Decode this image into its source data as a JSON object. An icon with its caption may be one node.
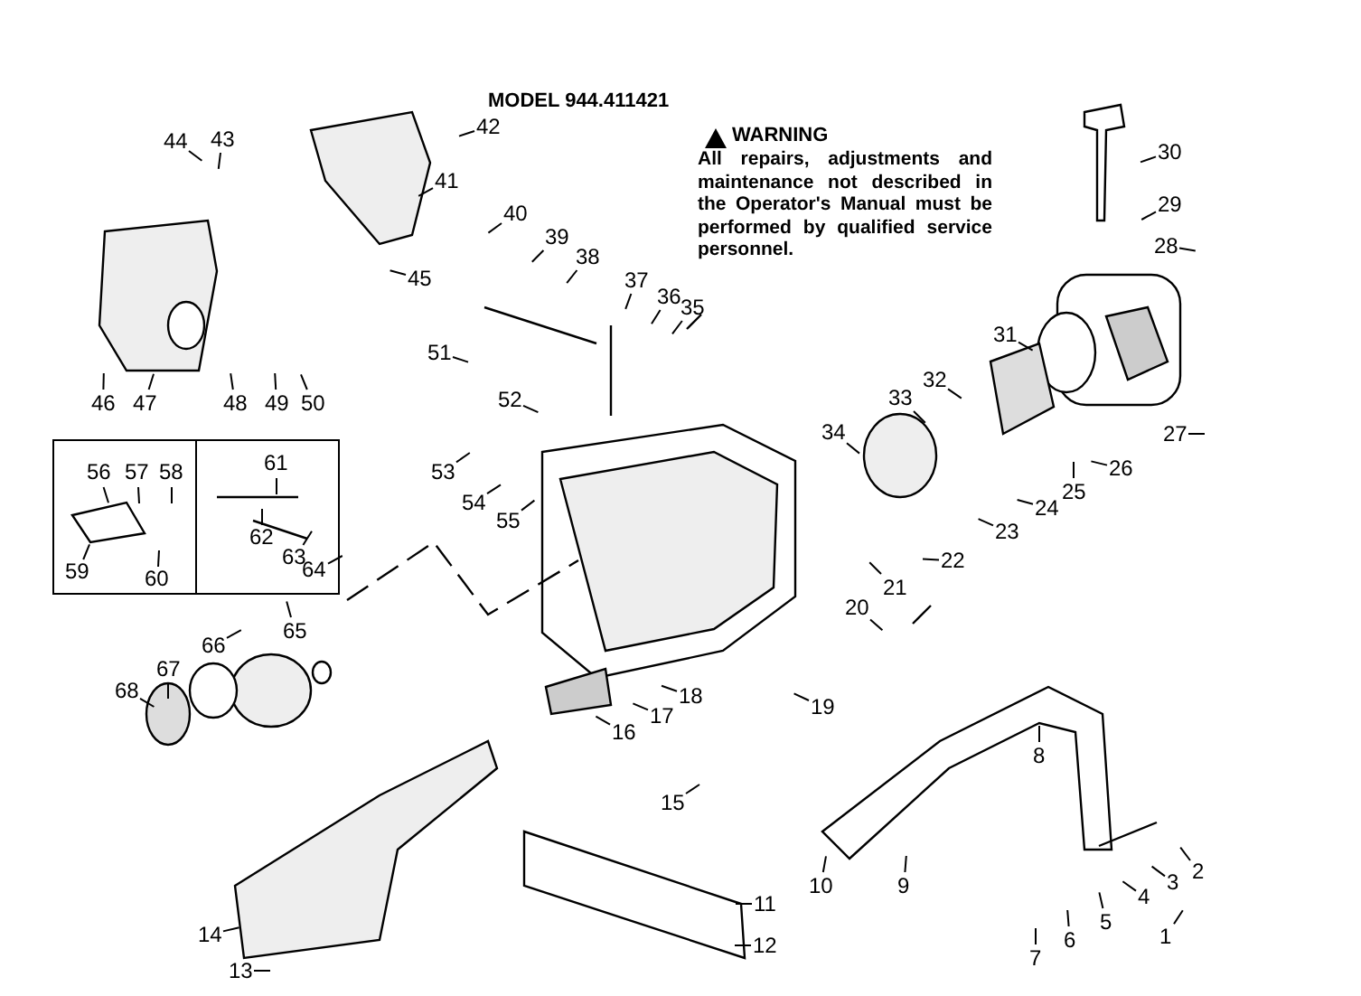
{
  "diagram": {
    "title": "MODEL 944.411421",
    "nodes": [
      {
        "text": [
          "1"
        ]
      },
      {
        "text": [
          "2"
        ]
      },
      {
        "text": [
          "3"
        ]
      },
      {
        "text": [
          "4"
        ]
      },
      {
        "text": [
          "5"
        ]
      },
      {
        "text": [
          "6"
        ]
      },
      {
        "text": [
          "7"
        ]
      },
      {
        "text": [
          "8"
        ]
      },
      {
        "text": [
          "9"
        ]
      },
      {
        "text": [
          "10"
        ]
      },
      {
        "text": [
          "11"
        ]
      },
      {
        "text": [
          "12"
        ]
      },
      {
        "text": [
          "13"
        ]
      },
      {
        "text": [
          "14"
        ]
      },
      {
        "text": [
          "15"
        ]
      },
      {
        "text": [
          "16"
        ]
      },
      {
        "text": [
          "17"
        ]
      },
      {
        "text": [
          "18"
        ]
      },
      {
        "text": [
          "19"
        ]
      },
      {
        "text": [
          "20"
        ]
      },
      {
        "text": [
          "21"
        ]
      },
      {
        "text": [
          "22"
        ]
      },
      {
        "text": [
          "23"
        ]
      },
      {
        "text": [
          "24"
        ]
      },
      {
        "text": [
          "25"
        ]
      },
      {
        "text": [
          "26"
        ]
      },
      {
        "text": [
          "27"
        ]
      },
      {
        "text": [
          "28"
        ]
      },
      {
        "text": [
          "29"
        ]
      },
      {
        "text": [
          "30"
        ]
      },
      {
        "text": [
          "31"
        ]
      },
      {
        "text": [
          "32"
        ]
      },
      {
        "text": [
          "33"
        ]
      },
      {
        "text": [
          "34"
        ]
      },
      {
        "text": [
          "35"
        ]
      },
      {
        "text": [
          "36"
        ]
      },
      {
        "text": [
          "37"
        ]
      },
      {
        "text": [
          "38"
        ]
      },
      {
        "text": [
          "39"
        ]
      },
      {
        "text": [
          "40"
        ]
      },
      {
        "text": [
          "41"
        ]
      },
      {
        "text": [
          "42"
        ]
      },
      {
        "text": [
          "43"
        ]
      },
      {
        "text": [
          "44"
        ]
      },
      {
        "text": [
          "45"
        ]
      },
      {
        "text": [
          "46"
        ]
      },
      {
        "text": [
          "47"
        ]
      },
      {
        "text": [
          "48"
        ]
      },
      {
        "text": [
          "49"
        ]
      },
      {
        "text": [
          "50"
        ]
      },
      {
        "text": [
          "51"
        ]
      },
      {
        "text": [
          "52"
        ]
      },
      {
        "text": [
          "53"
        ]
      },
      {
        "text": [
          "54"
        ]
      },
      {
        "text": [
          "55"
        ]
      },
      {
        "text": [],
        "shape": "box"
      },
      {
        "text": [
          "56"
        ],
        "in": 55
      },
      {
        "text": [
          "57"
        ],
        "in": 55
      },
      {
        "text": [
          "58"
        ],
        "in": 55
      },
      {
        "text": [
          "59"
        ],
        "in": 55
      },
      {
        "text": [
          "60"
        ],
        "in": 55
      },
      {
        "text": [],
        "shape": "box"
      },
      {
        "text": [
          "61"
        ],
        "in": 61
      },
      {
        "text": [
          "62"
        ],
        "in": 61
      },
      {
        "text": [
          "63"
        ],
        "in": 61
      },
      {
        "text": [
          "64"
        ],
        "in": 61
      },
      {
        "text": [
          "65"
        ]
      },
      {
        "text": [
          "66"
        ]
      },
      {
        "text": [
          "67"
        ]
      },
      {
        "text": [
          "68"
        ]
      }
    ],
    "edges": [
      {
        "from": 0,
        "to": null,
        "arrow": "none"
      },
      {
        "from": 1,
        "to": null,
        "arrow": "none"
      },
      {
        "from": 2,
        "to": null,
        "arrow": "none"
      },
      {
        "from": 3,
        "to": null,
        "arrow": "none"
      },
      {
        "from": 4,
        "to": null,
        "arrow": "none"
      },
      {
        "from": 5,
        "to": null,
        "arrow": "none"
      },
      {
        "from": 6,
        "to": null,
        "arrow": "none"
      },
      {
        "from": 7,
        "to": null,
        "arrow": "none"
      },
      {
        "from": 8,
        "to": null,
        "arrow": "none"
      },
      {
        "from": 9,
        "to": null,
        "arrow": "none"
      },
      {
        "from": 10,
        "to": null,
        "arrow": "none"
      },
      {
        "from": 11,
        "to": null,
        "arrow": "none"
      },
      {
        "from": 12,
        "to": null,
        "arrow": "none"
      },
      {
        "from": 13,
        "to": null,
        "arrow": "none"
      },
      {
        "from": 14,
        "to": null,
        "arrow": "none"
      },
      {
        "from": 15,
        "to": null,
        "arrow": "none"
      },
      {
        "from": 16,
        "to": null,
        "arrow": "none"
      },
      {
        "from": 17,
        "to": null,
        "arrow": "none"
      },
      {
        "from": 18,
        "to": null,
        "arrow": "none"
      },
      {
        "from": 19,
        "to": null,
        "arrow": "none"
      },
      {
        "from": 20,
        "to": null,
        "arrow": "none"
      },
      {
        "from": 21,
        "to": null,
        "arrow": "none"
      },
      {
        "from": 22,
        "to": null,
        "arrow": "none"
      },
      {
        "from": 23,
        "to": null,
        "arrow": "none"
      },
      {
        "from": 24,
        "to": null,
        "arrow": "none"
      },
      {
        "from": 25,
        "to": null,
        "arrow": "none"
      },
      {
        "from": 26,
        "to": null,
        "arrow": "none"
      },
      {
        "from": 27,
        "to": null,
        "arrow": "none"
      },
      {
        "from": 28,
        "to": null,
        "arrow": "none"
      },
      {
        "from": 29,
        "to": null,
        "arrow": "none"
      },
      {
        "from": 30,
        "to": null,
        "arrow": "none"
      },
      {
        "from": 31,
        "to": null,
        "arrow": "none"
      },
      {
        "from": 32,
        "to": null,
        "arrow": "none"
      },
      {
        "from": 33,
        "to": null,
        "arrow": "none"
      },
      {
        "from": 34,
        "to": null,
        "arrow": "none"
      },
      {
        "from": 35,
        "to": null,
        "arrow": "none"
      },
      {
        "from": 36,
        "to": null,
        "arrow": "none"
      },
      {
        "from": 37,
        "to": null,
        "arrow": "none"
      },
      {
        "from": 38,
        "to": null,
        "arrow": "none"
      },
      {
        "from": 39,
        "to": null,
        "arrow": "none"
      },
      {
        "from": 40,
        "to": null,
        "arrow": "none"
      },
      {
        "from": 41,
        "to": null,
        "arrow": "none"
      },
      {
        "from": 42,
        "to": null,
        "arrow": "none"
      },
      {
        "from": 43,
        "to": null,
        "arrow": "none"
      },
      {
        "from": 44,
        "to": null,
        "arrow": "none"
      },
      {
        "from": 45,
        "to": null,
        "arrow": "none"
      },
      {
        "from": 46,
        "to": null,
        "arrow": "none"
      },
      {
        "from": 47,
        "to": null,
        "arrow": "none"
      },
      {
        "from": 48,
        "to": null,
        "arrow": "none"
      },
      {
        "from": 49,
        "to": null,
        "arrow": "none"
      },
      {
        "from": 50,
        "to": null,
        "arrow": "none"
      },
      {
        "from": 51,
        "to": null,
        "arrow": "none"
      },
      {
        "from": 52,
        "to": null,
        "arrow": "none"
      },
      {
        "from": 53,
        "to": null,
        "arrow": "none"
      },
      {
        "from": 54,
        "to": null,
        "arrow": "none"
      },
      {
        "from": 56,
        "to": null,
        "arrow": "none"
      },
      {
        "from": 57,
        "to": null,
        "arrow": "none"
      },
      {
        "from": 58,
        "to": null,
        "arrow": "none"
      },
      {
        "from": 59,
        "to": null,
        "arrow": "none"
      },
      {
        "from": 60,
        "to": null,
        "arrow": "none"
      },
      {
        "from": 62,
        "to": null,
        "arrow": "none"
      },
      {
        "from": 63,
        "to": null,
        "arrow": "none"
      },
      {
        "from": 64,
        "to": null,
        "arrow": "none"
      },
      {
        "from": 65,
        "to": null,
        "arrow": "none"
      },
      {
        "from": 66,
        "to": null,
        "arrow": "none"
      },
      {
        "from": 67,
        "to": null,
        "arrow": "none"
      },
      {
        "from": 68,
        "to": null,
        "arrow": "none"
      },
      {
        "from": 69,
        "to": null,
        "arrow": "none"
      }
    ],
    "labels": [
      "WARNING",
      "All repairs, adjustments and maintenance not described in the Operator's Manual must be performed by qualified service personnel."
    ]
  }
}
